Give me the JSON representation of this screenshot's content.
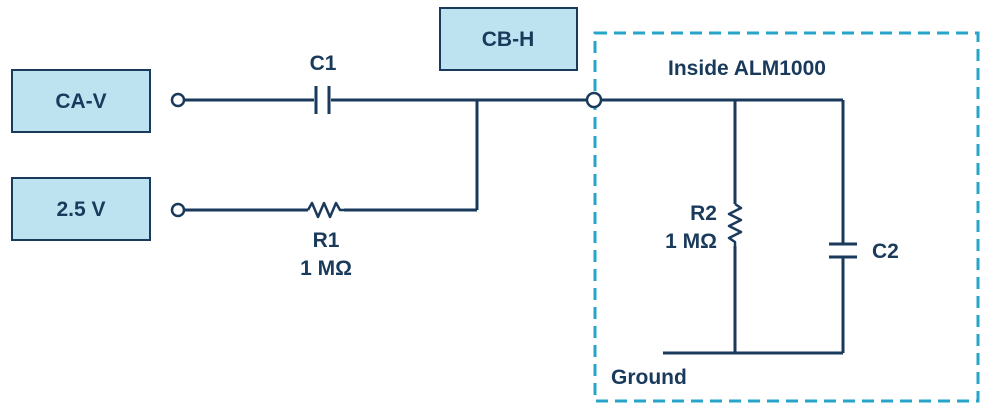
{
  "colors": {
    "wire": "#1a3a5c",
    "label_box_fill": "#bde3f0",
    "label_box_stroke": "#1a3a5c",
    "dashed_boundary": "#27a5c9",
    "text": "#1a3a5c",
    "background": "#ffffff"
  },
  "boxes": {
    "ca_v": "CA-V",
    "v2_5": "2.5 V",
    "cb_h": "CB-H"
  },
  "labels": {
    "c1": "C1",
    "r1": "R1",
    "r1_value": "1 MΩ",
    "r2": "R2",
    "r2_value": "1 MΩ",
    "c2": "C2",
    "inside": "Inside ALM1000",
    "ground": "Ground"
  }
}
